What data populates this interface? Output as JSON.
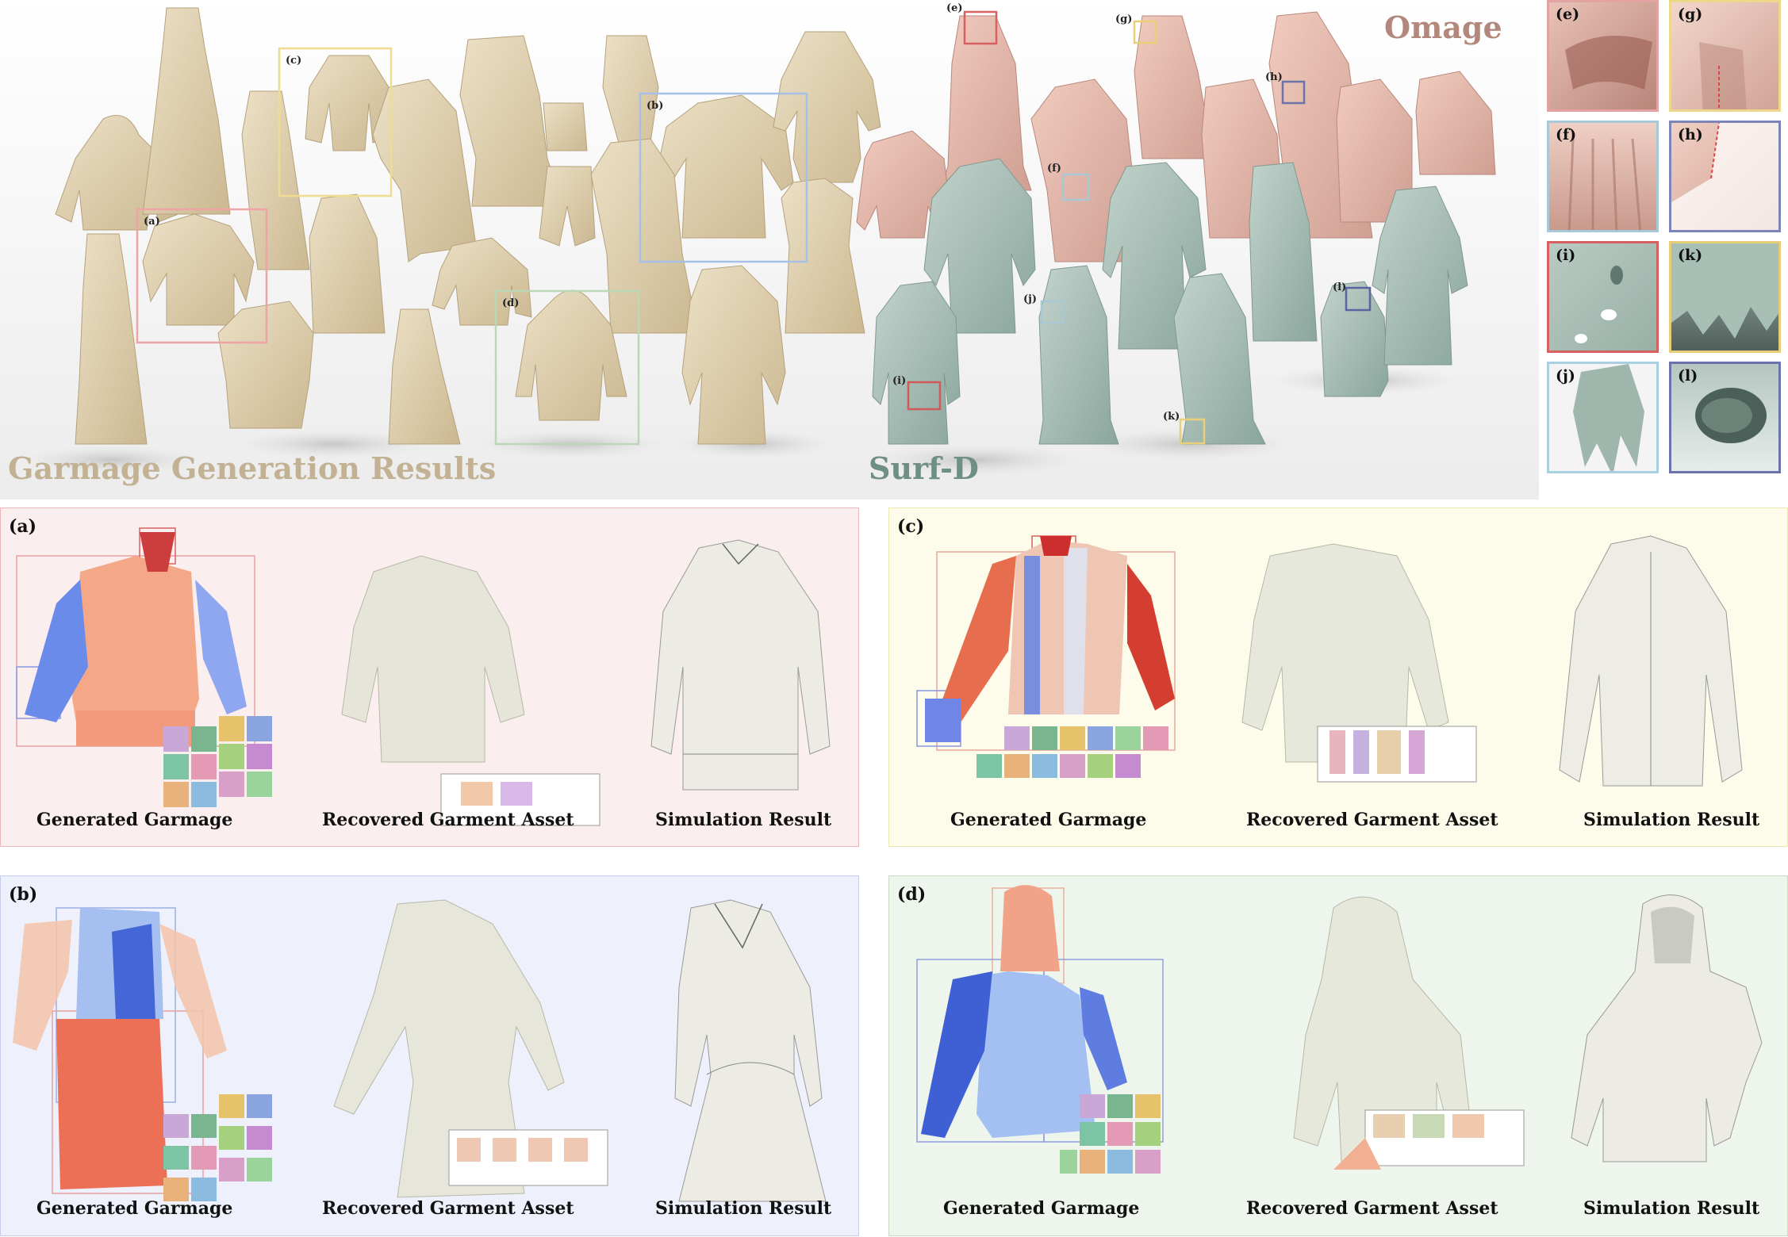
{
  "top": {
    "title_generation": "Garmage Generation Results",
    "title_surfd": "Surf-D",
    "title_omage": "Omage",
    "region_tags": [
      "(a)",
      "(b)",
      "(c)",
      "(d)",
      "(e)",
      "(f)",
      "(g)",
      "(h)",
      "(i)",
      "(j)",
      "(k)",
      "(l)"
    ],
    "zoom_labels": [
      "(e)",
      "(g)",
      "(f)",
      "(h)",
      "(i)",
      "(k)",
      "(j)",
      "(l)"
    ]
  },
  "panels": [
    {
      "label": "(a)",
      "captions": [
        "Generated Garmage",
        "Recovered Garment Asset",
        "Simulation Result"
      ]
    },
    {
      "label": "(c)",
      "captions": [
        "Generated Garmage",
        "Recovered Garment Asset",
        "Simulation Result"
      ]
    },
    {
      "label": "(b)",
      "captions": [
        "Generated Garmage",
        "Recovered Garment Asset",
        "Simulation Result"
      ]
    },
    {
      "label": "(d)",
      "captions": [
        "Generated Garmage",
        "Recovered Garment Asset",
        "Simulation Result"
      ]
    }
  ],
  "colors": {
    "beige_garment": "#e0d2b4",
    "pink_garment": "#e8bcaf",
    "teal_garment": "#a8bfb6",
    "panel_a_bg": "#fbeeee",
    "panel_c_bg": "#fdfbea",
    "panel_b_bg": "#eef1fb",
    "panel_d_bg": "#eef5ec",
    "box_red": "#e69a9a",
    "box_yellow": "#ecd98a",
    "box_blue": "#a9c0e6",
    "box_green": "#b8d6b4"
  }
}
